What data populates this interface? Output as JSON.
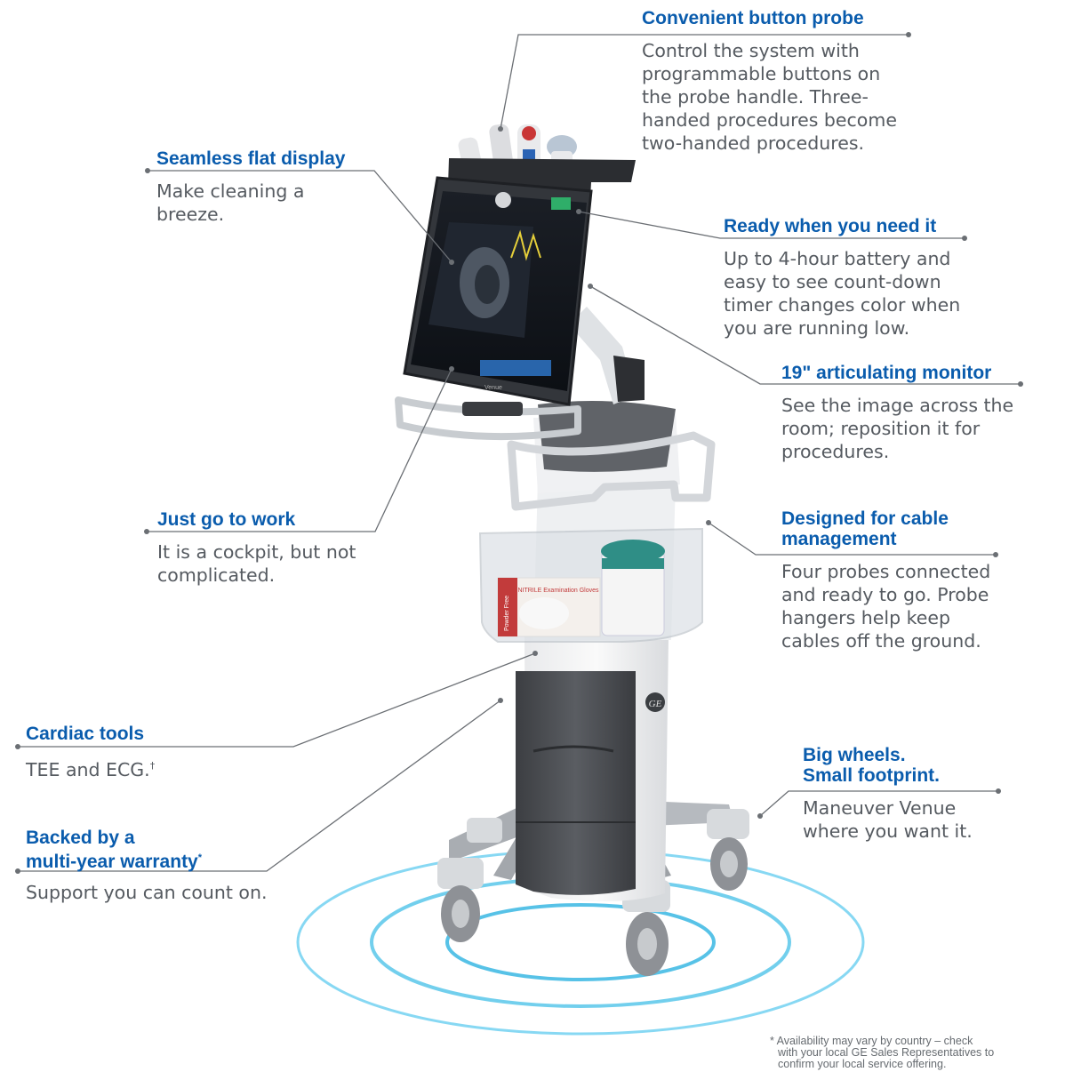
{
  "callouts": {
    "probe": {
      "title": "Convenient button probe",
      "lines": [
        "Control the system with",
        "programmable buttons on",
        "the probe handle. Three-",
        "handed procedures become",
        "two-handed procedures."
      ]
    },
    "display": {
      "title": "Seamless flat display",
      "lines": [
        "Make cleaning a",
        "breeze."
      ]
    },
    "ready": {
      "title": "Ready when you need it",
      "lines": [
        "Up to 4-hour battery and",
        "easy to see count-down",
        "timer changes color when",
        "you are running low."
      ]
    },
    "monitor": {
      "title": "19\" articulating monitor",
      "lines": [
        "See the image across the",
        "room; reposition it for",
        "procedures."
      ]
    },
    "work": {
      "title": "Just go to work",
      "lines": [
        "It is a cockpit, but not",
        "complicated."
      ]
    },
    "cable": {
      "title_lines": [
        "Designed for cable",
        "management"
      ],
      "lines": [
        "Four probes connected",
        "and ready to go. Probe",
        "hangers help keep",
        "cables off the ground."
      ]
    },
    "cardiac": {
      "title": "Cardiac tools",
      "body": "TEE and ECG.",
      "body_mark": "†"
    },
    "wheels": {
      "title_lines": [
        "Big wheels.",
        "Small footprint."
      ],
      "lines": [
        "Maneuver Venue",
        "where you want it."
      ]
    },
    "warranty": {
      "title_line1": "Backed by a",
      "title_line2": "multi-year warranty",
      "title_mark": "*",
      "body": "Support you can count on."
    }
  },
  "device": {
    "brand_logo": "GE",
    "screen_label": "Venue",
    "glove_box_label": "NITRILE Examination Gloves",
    "glove_box_side": "Powder Free"
  },
  "footnote": {
    "lines": [
      "* Availability may vary by country – check",
      "with your local GE Sales Representatives to",
      "confirm your local service offering."
    ]
  },
  "colors": {
    "title_blue": "#0a5cad",
    "body_gray": "#555a60",
    "leader_gray": "#6b6f74",
    "ring_blue": "#4fc3e8"
  }
}
